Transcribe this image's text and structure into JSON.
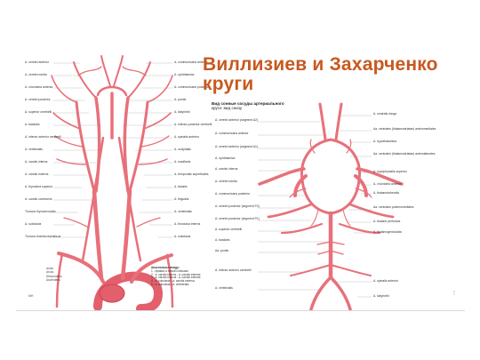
{
  "slide": {
    "title": "Виллизиев и Захарченко круги",
    "page_number": "7"
  },
  "left_figure": {
    "labels_left": [
      "A. cerebri anterior",
      "A. cerebri media",
      "A. choroidea anterior",
      "A. cerebri posterior",
      "A. superior cerebelli",
      "A. basilaris",
      "A. inferior anterior cerebelli",
      "A. vertebralis",
      "A. carotis interna",
      "A. carotis externa",
      "A. thyroidea superior",
      "A. carotis communis",
      "Truncus thyrocervicalis",
      "A. subclavia",
      "Truncus brachiocephalicus"
    ],
    "labels_right": [
      "A. communicans anterior",
      "A. ophthalmica",
      "A. communicans posterior",
      "A. pontis",
      "A. labyrinthi",
      "A. inferior posterior cerebelli",
      "A. spinalis anterior",
      "A. occipitalis",
      "A. maxillaris",
      "A. temporalis superficialis",
      "A. facialis",
      "A. lingualis",
      "A. vertebralis",
      "A. thoracica interna",
      "A. subclavia"
    ],
    "legend_side": [
      "Arcus",
      "Descendens",
      "Ascendens"
    ],
    "legend_side_group": "Aorta",
    "legend_title": "Анастомозы между:",
    "legend_items": [
      "1 - правой и левой сонными",
      "2 - a. carotis interna - a. carotis externa",
      "3 - a. carotis interna - a. carotis externa",
      "4 - a. subclavia - a. carotis externa",
      "5 - a. subclavia - a. vertebralis"
    ],
    "mark": "MH"
  },
  "right_figure": {
    "caption": [
      "Вид сонные сосуды артериального",
      "круга: вид снизу"
    ],
    "labels_left": [
      "A. cerebri anterior (segment A2)",
      "A. communicans anterior",
      "A. cerebri anterior (segment A1)",
      "A. ophthalmica",
      "A. carotis interna",
      "A. cerebri media",
      "A. communicans posterior",
      "A. cerebri posterior (segment P2)",
      "A. cerebri posterior (segment P1)",
      "A. superior cerebelli",
      "A. basilaris",
      "Aa. pontis",
      "A. inferior anterior cerebelli",
      "A. vertebralis"
    ],
    "labels_right": [
      "A. centralis longa",
      "Aa. centrales (thalamostriatae) anteromediales",
      "A. hypothalamica",
      "Aa. centrales (thalamostriatae) anterolaterales",
      "A. hypophysialis superior",
      "A. choroidea anterior",
      "A. thalamotuberalis",
      "Aa. centrales posteromediales",
      "A. thalami perforans",
      "A. thalamogeniculata",
      "A. spinalis anterior",
      "A. labyrinthi"
    ]
  },
  "colors": {
    "title": "#c8581f",
    "artery": "#e8707a",
    "artery_dark": "#c94552",
    "artery_light": "#f2a3a8"
  }
}
